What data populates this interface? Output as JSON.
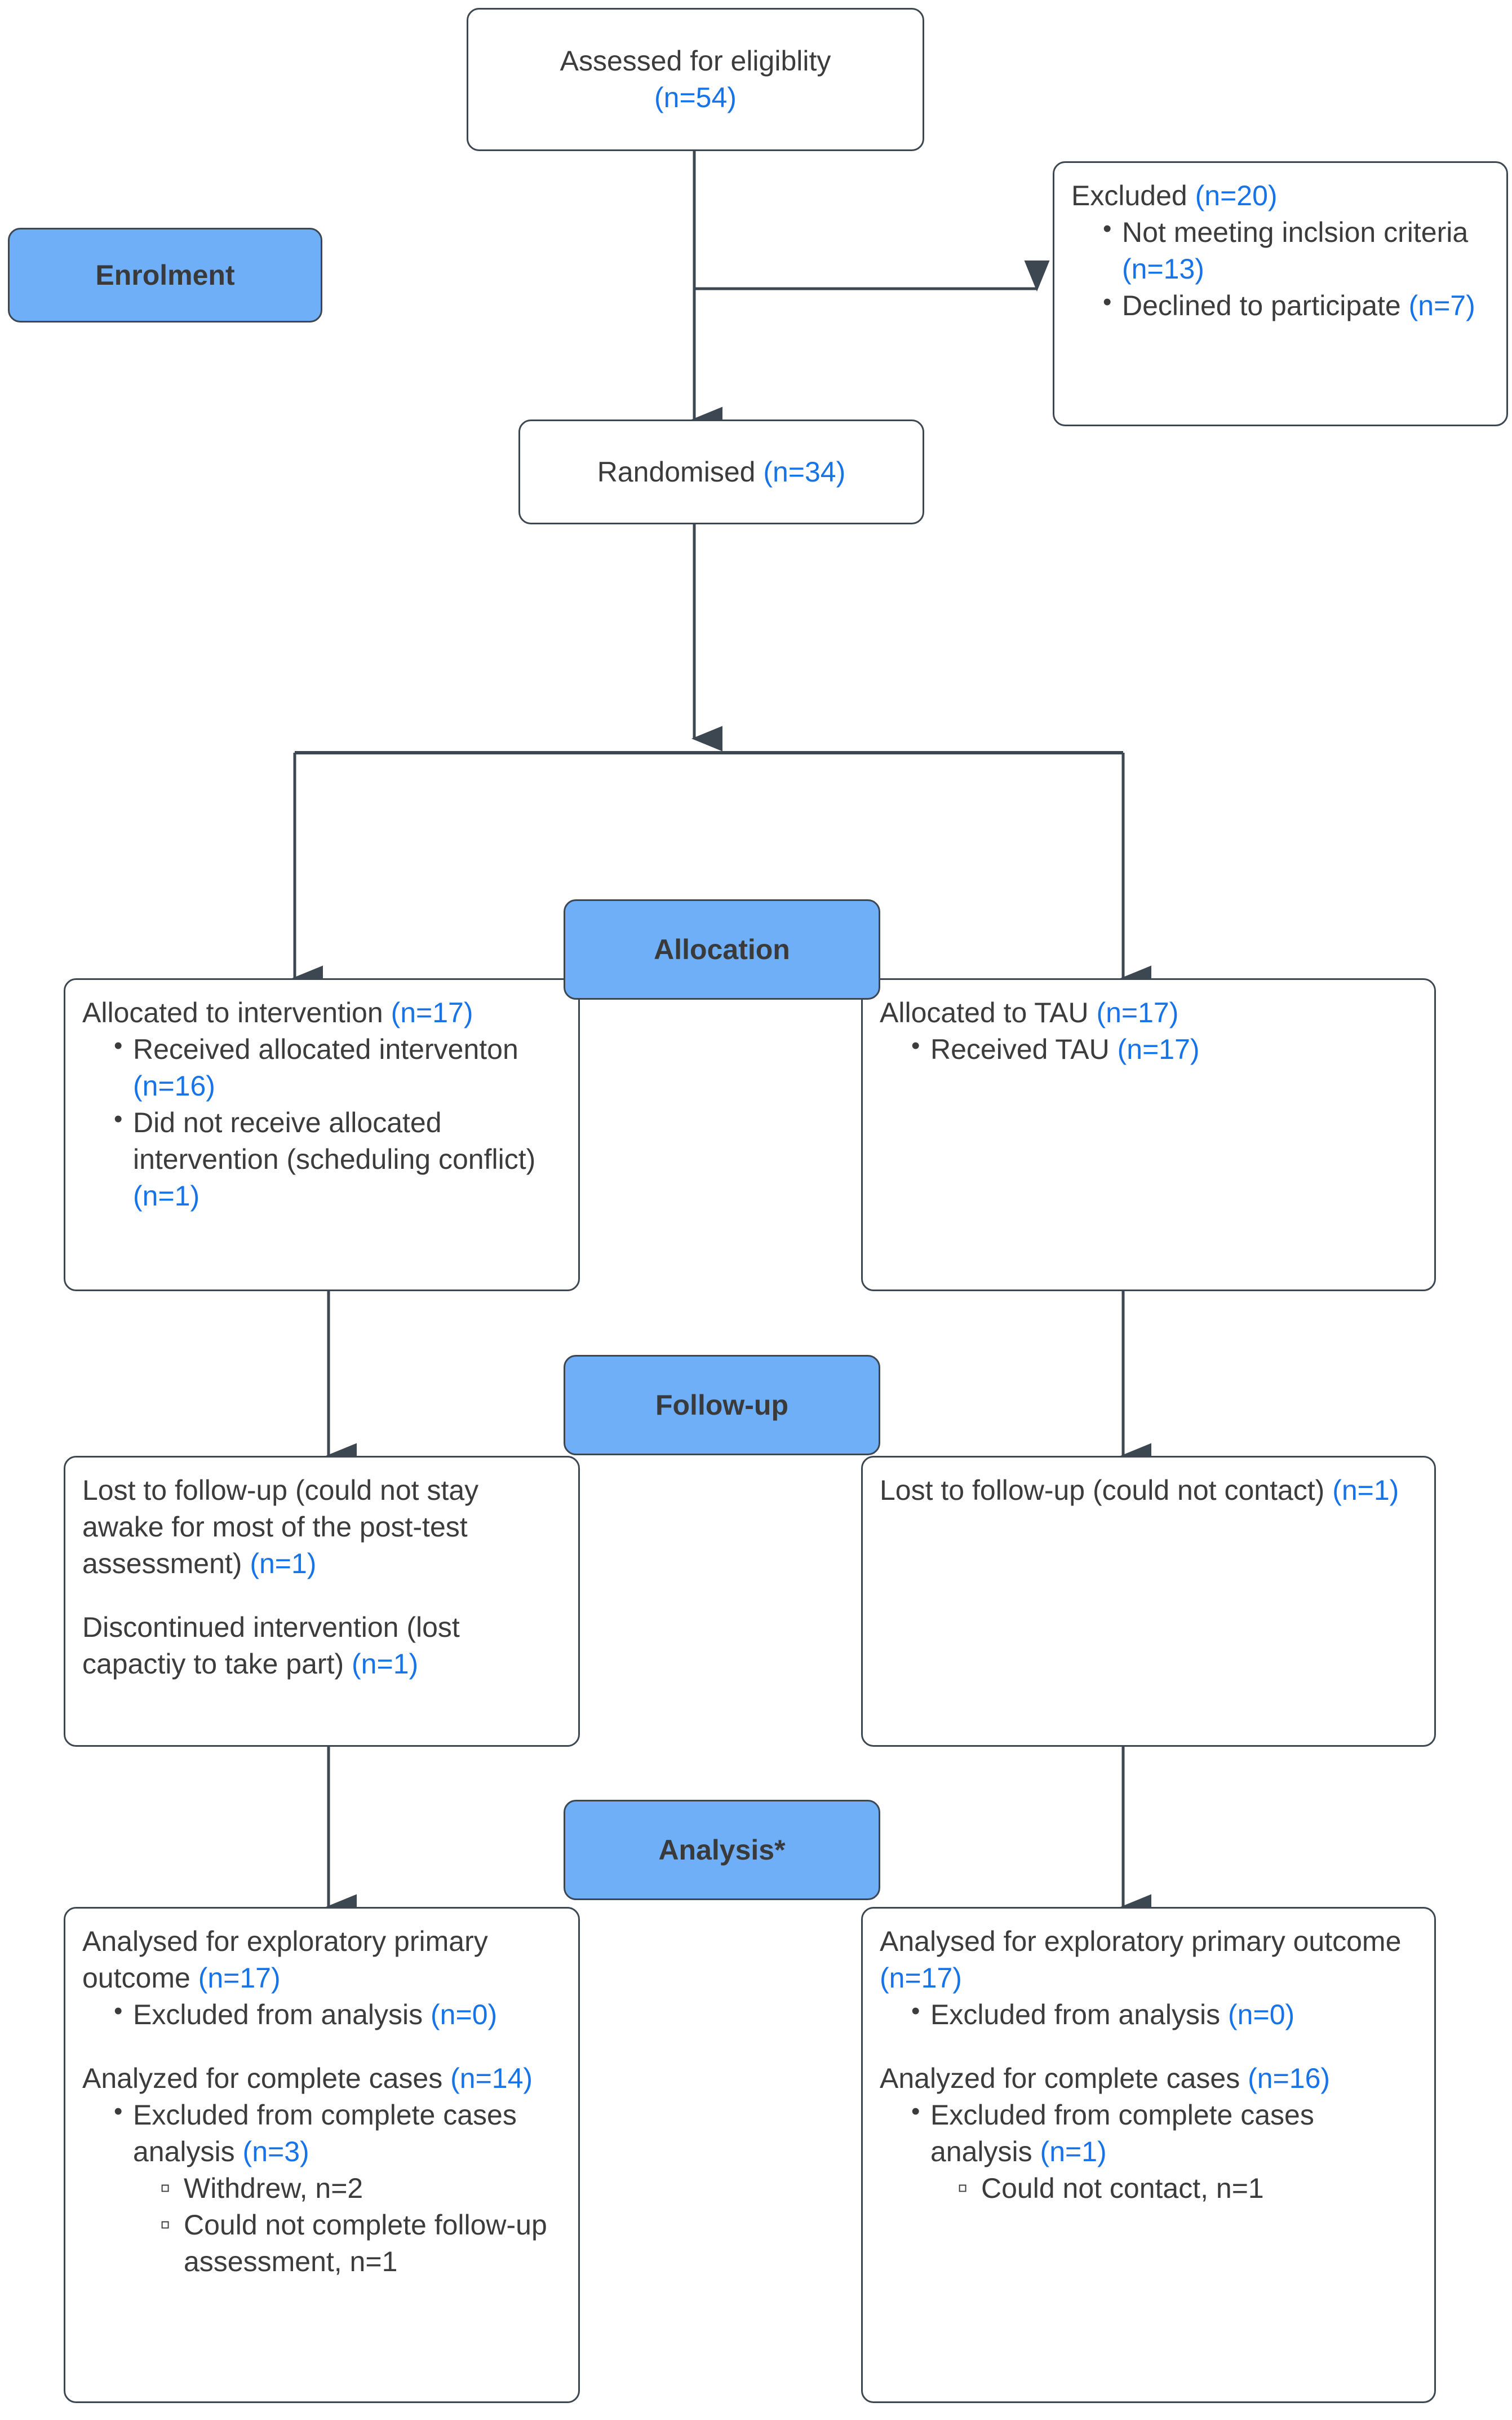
{
  "diagram": {
    "title": "CONSORT participant flow diagram",
    "accent_color": "#6EAFF8",
    "count_color": "#1673E8",
    "border_color": "#3d4752",
    "text_color": "#3c3c3c"
  },
  "stages": {
    "enrolment": "Enrolment",
    "allocation": "Allocation",
    "followup": "Follow-up",
    "analysis": "Analysis*"
  },
  "nodes": {
    "assessed": {
      "line1": "Assessed for eligiblity",
      "count": "(n=54)"
    },
    "excluded": {
      "heading": "Excluded",
      "heading_count": "(n=20)",
      "items": [
        {
          "text": "Not meeting inclsion criteria",
          "count": "(n=13)"
        },
        {
          "text": "Declined to participate",
          "count": "(n=7)"
        }
      ]
    },
    "randomised": {
      "label": "Randomised",
      "count": "(n=34)"
    },
    "alloc_left": {
      "heading": "Allocated to intervention",
      "heading_count": "(n=17)",
      "items": [
        {
          "text": "Received allocated interventon",
          "count": "(n=16)"
        },
        {
          "text": "Did not receive allocated intervention (scheduling conflict)",
          "count": "(n=1)"
        }
      ]
    },
    "alloc_right": {
      "heading": "Allocated to TAU",
      "heading_count": "(n=17)",
      "items": [
        {
          "text": "Received TAU",
          "count": "(n=17)"
        }
      ]
    },
    "follow_left": {
      "para1": "Lost to follow-up (could not stay awake for most of the post-test assessment)",
      "para1_count": "(n=1)",
      "para2": "Discontinued intervention (lost capactiy to take part)",
      "para2_count": "(n=1)"
    },
    "follow_right": {
      "para1": "Lost to follow-up (could not contact)",
      "para1_count": "(n=1)"
    },
    "analysis_left": {
      "heading1": "Analysed for exploratory primary outcome",
      "heading1_count": "(n=17)",
      "items1": [
        {
          "text": "Excluded from analysis",
          "count": "(n=0)"
        }
      ],
      "heading2": "Analyzed for complete cases",
      "heading2_count": "(n=14)",
      "items2": [
        {
          "text": "Excluded from complete cases analysis",
          "count": "(n=3)"
        }
      ],
      "subitems": [
        "Withdrew, n=2",
        "Could not complete follow-up assessment, n=1"
      ]
    },
    "analysis_right": {
      "heading1": "Analysed for exploratory primary outcome",
      "heading1_count": "(n=17)",
      "items1": [
        {
          "text": "Excluded from analysis",
          "count": "(n=0)"
        }
      ],
      "heading2": "Analyzed for complete cases",
      "heading2_count": "(n=16)",
      "items2": [
        {
          "text": "Excluded from complete cases analysis",
          "count": "(n=1)"
        }
      ],
      "subitems": [
        "Could not contact, n=1"
      ]
    }
  }
}
